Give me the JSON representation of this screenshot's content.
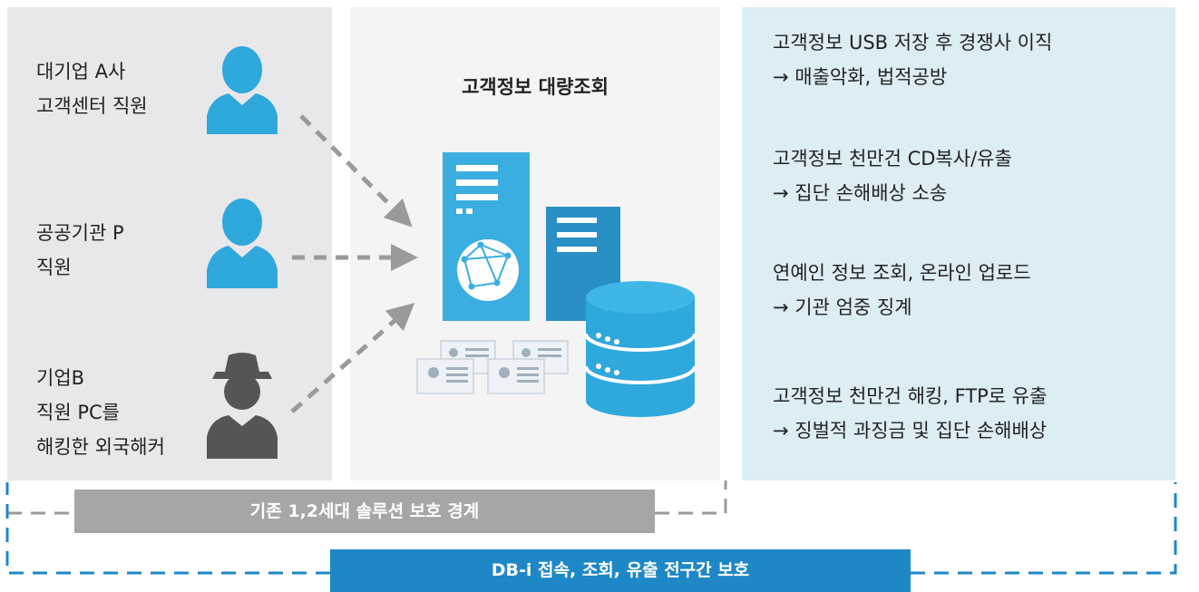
{
  "actors": [
    {
      "label": "대기업 A사\n고객센터 직원"
    },
    {
      "label": "공공기관 P\n직원"
    },
    {
      "label": "기업B\n직원 PC를\n해킹한 외국해커"
    }
  ],
  "center_title": "고객정보 대량조회",
  "cases": [
    {
      "event": "고객정보 USB 저장 후 경쟁사 이직",
      "result": "→ 매출악화, 법적공방"
    },
    {
      "event": "고객정보 천만건 CD복사/유출",
      "result": "→ 집단 손해배상 소송"
    },
    {
      "event": "연예인 정보 조회, 온라인 업로드",
      "result": "→ 기관 엄중 징계"
    },
    {
      "event": "고객정보 천만건 해킹, FTP로 유출",
      "result": "→ 징벌적 과징금 및 집단 손해배상"
    }
  ],
  "legacy_boundary_label": "기존 1,2세대 솔루션 보호 경계",
  "dbi_boundary_label": "DB-i 접속, 조회, 유출 전구간 보호",
  "colors": {
    "left_panel": "#e8e8ea",
    "center_panel": "#f4f4f5",
    "right_panel": "#dcedf4",
    "actor_blue": "#2fa8dc",
    "hacker_gray": "#555555",
    "server_blue": "#3aaee0",
    "server_dark": "#2a8fc4",
    "legacy_bar": "#a5a6a8",
    "dbi_bar": "#1e87c6",
    "arrow_gray": "#9a9a9a"
  },
  "icons": [
    "person-icon",
    "hacker-icon",
    "server-icon",
    "globe-icon",
    "database-icon",
    "id-card-icon"
  ]
}
